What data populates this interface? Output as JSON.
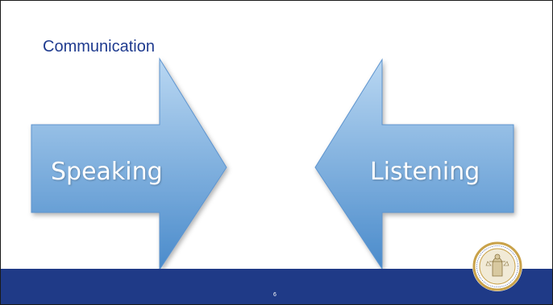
{
  "slide": {
    "title": "Communication",
    "page_number": "6"
  },
  "diagram": {
    "arrows": [
      {
        "label": "Speaking",
        "direction": "right"
      },
      {
        "label": "Listening",
        "direction": "left"
      }
    ]
  },
  "colors": {
    "arrow_fill_top": "#a9cdee",
    "arrow_fill_bottom": "#4a8bcb",
    "footer": "#1f3a87",
    "title": "#1f3b8f",
    "seal_gold": "#c9a24a"
  },
  "icons": {
    "seal": "court-seal-icon"
  }
}
